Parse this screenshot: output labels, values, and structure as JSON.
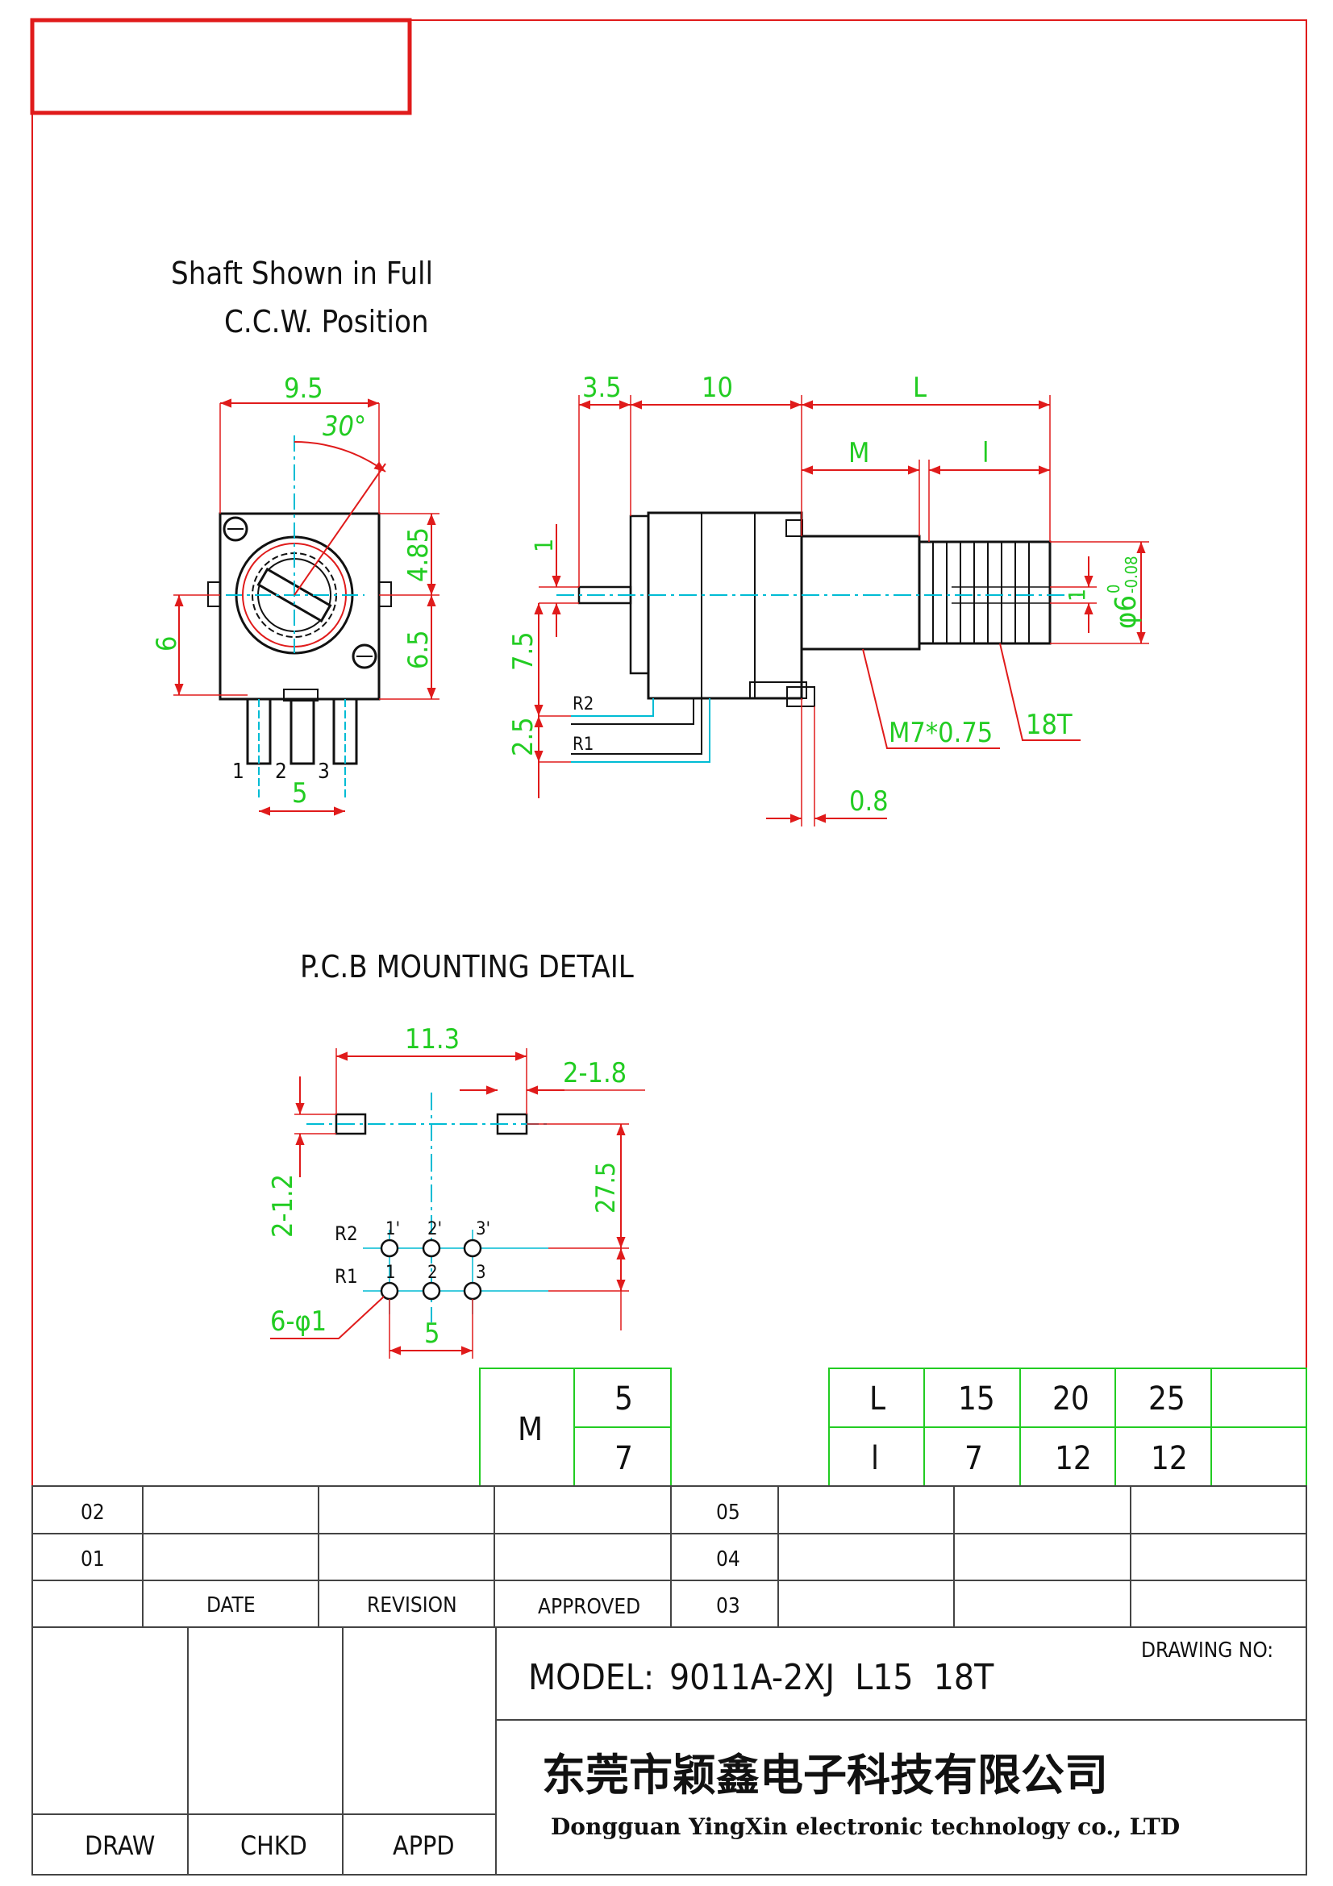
{
  "notes": {
    "shaft_line1": "Shaft Shown in Full",
    "shaft_line2": "C.C.W. Position",
    "pcb_title": "P.C.B MOUNTING DETAIL"
  },
  "front_view": {
    "dims": {
      "width": "9.5",
      "angle": "30°",
      "upper": "4.85",
      "lower": "6.5",
      "left": "6",
      "pin_pitch": "5"
    },
    "pins": [
      "1",
      "2",
      "3"
    ]
  },
  "side_view": {
    "dims": {
      "a": "3.5",
      "b": "10",
      "L": "L",
      "M": "M",
      "l": "l",
      "h1": "1",
      "h75": "7.5",
      "h25": "2.5",
      "h_r": "1",
      "thread": "M7*0.75",
      "teeth": "18T",
      "plate": "0.8"
    },
    "diameter_main": "φ6",
    "diameter_tol_upper": "0",
    "diameter_tol_lower": "-0.08",
    "rows": [
      "R2",
      "R1"
    ]
  },
  "pcb_detail": {
    "dims": {
      "span": "11.3",
      "slot": "2-1.8",
      "slot_h": "2-1.2",
      "offset": "27.5",
      "holes": "6-φ1",
      "pitch": "5"
    },
    "rows": [
      "R2",
      "R1"
    ],
    "top_pins": [
      "1'",
      "2'",
      "3'"
    ],
    "bottom_pins": [
      "1",
      "2",
      "3"
    ]
  },
  "table_M": {
    "label": "M",
    "values": [
      "5",
      "7"
    ]
  },
  "table_L": {
    "row_L": [
      "L",
      "15",
      "20",
      "25",
      ""
    ],
    "row_l": [
      "l",
      "7",
      "12",
      "12",
      ""
    ]
  },
  "revision_block": {
    "rows": [
      "02",
      "01"
    ],
    "headers": [
      "DATE",
      "REVISION",
      "APPROVED"
    ],
    "right_rows": [
      "05",
      "04",
      "03"
    ]
  },
  "title_block": {
    "model_label": "MODEL:",
    "model_value": "9011A-2XJ  L15  18T",
    "drawing_no_label": "DRAWING NO:",
    "company_cn": "东莞市颖鑫电子科技有限公司",
    "company_en": "Dongguan YingXin electronic technology co., LTD",
    "signoffs": [
      "DRAW",
      "CHKD",
      "APPD"
    ]
  },
  "colors": {
    "frame": "#e01b1b",
    "dimension": "#22cc22",
    "centerline": "#00bcd4",
    "outline": "#111111",
    "table_border": "#444444"
  }
}
